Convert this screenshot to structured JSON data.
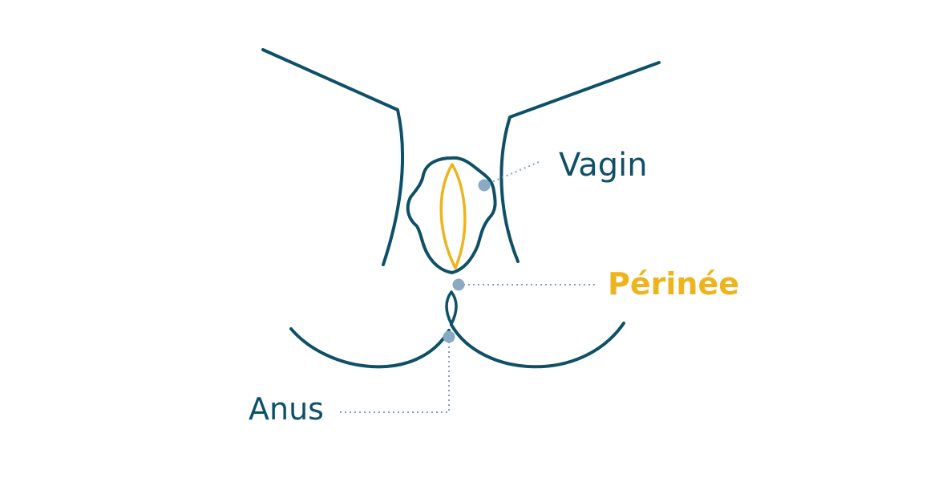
{
  "labels": {
    "vagina": "Vagin",
    "perineum": "Périnée",
    "anus": "Anus"
  },
  "colors": {
    "outline": "#0e5068",
    "highlight": "#eeb41e",
    "marker": "#8aa9c2",
    "leader": "#7fa3bb",
    "background": "#ffffff"
  }
}
